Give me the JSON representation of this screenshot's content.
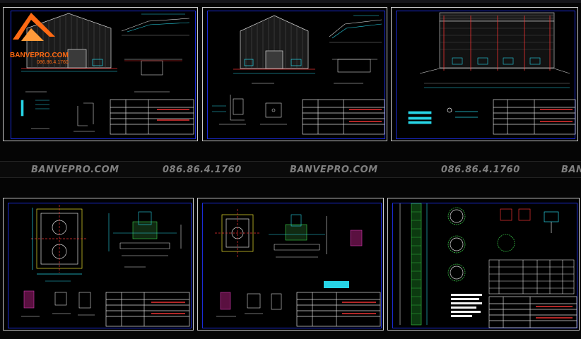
{
  "watermarks": [
    "BANVEPRO.COM",
    "086.86.4.1760",
    "BANVEPRO.COM",
    "086.86.4.1760",
    "BAN"
  ],
  "logo": {
    "name": "BANVEPRO.COM",
    "phone": "086.86.4.1760"
  },
  "colors": {
    "background": "#000000",
    "frame": "#1a2bd6",
    "cyan": "#27d4e6",
    "red": "#e33333",
    "orange": "#ff6a13",
    "magenta": "#d13bb0",
    "watermark": "#7f7f7f"
  },
  "sheets": [
    {
      "id": "sheet-1",
      "content": "elevation-building-gable"
    },
    {
      "id": "sheet-2",
      "content": "elevation-building-gable-2"
    },
    {
      "id": "sheet-3",
      "content": "side-elevation-building"
    },
    {
      "id": "sheet-4",
      "content": "foundation-plan-details"
    },
    {
      "id": "sheet-5",
      "content": "foundation-details-2"
    },
    {
      "id": "sheet-6",
      "content": "column-rebar-details"
    }
  ]
}
